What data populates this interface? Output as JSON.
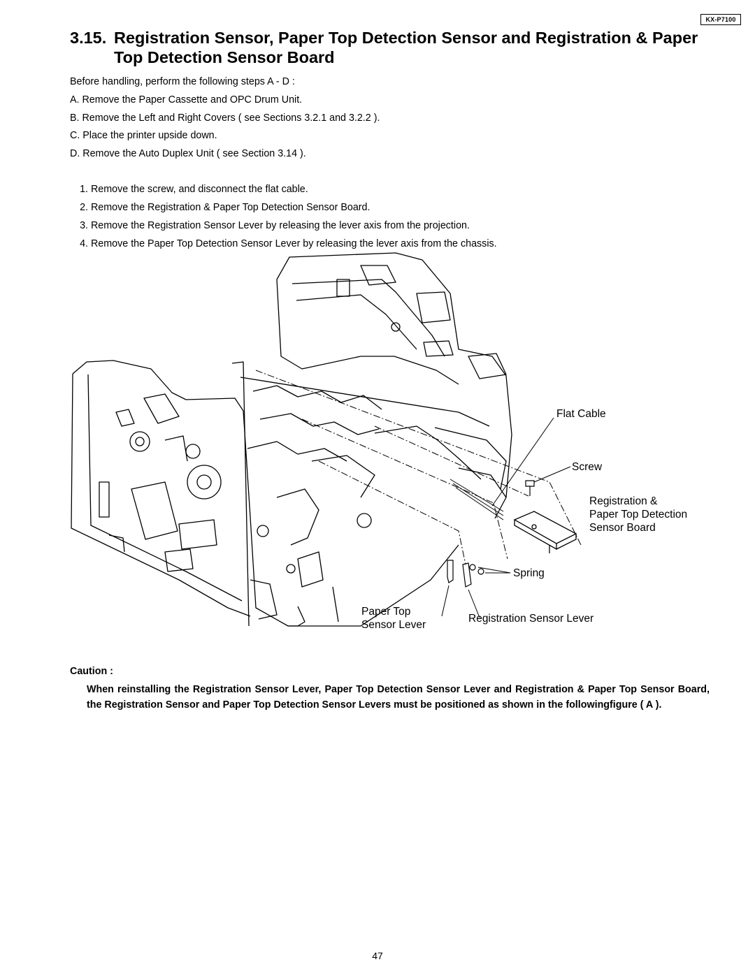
{
  "header": {
    "model": "KX-P7100"
  },
  "section": {
    "number": "3.15.",
    "title": "Registration Sensor, Paper Top Detection Sensor and Registration & Paper Top Detection Sensor Board"
  },
  "intro": "Before handling, perform the following steps A - D :",
  "prep_steps": [
    "A. Remove the Paper Cassette and OPC Drum Unit.",
    "B. Remove the Left and Right Covers ( see Sections 3.2.1 and 3.2.2 ).",
    "C. Place the printer upside down.",
    "D. Remove the Auto Duplex Unit ( see Section 3.14 )."
  ],
  "steps": [
    {
      "num": "1.",
      "text": "Remove the screw, and disconnect the flat cable."
    },
    {
      "num": "2.",
      "text": "Remove the Registration & Paper Top Detection Sensor Board."
    },
    {
      "num": "3.",
      "text": "Remove the Registration Sensor Lever by releasing the lever axis from the projection."
    },
    {
      "num": "4.",
      "text": "Remove the Paper Top Detection Sensor Lever by releasing the lever axis from the chassis."
    }
  ],
  "figure": {
    "labels": {
      "flat_cable": "Flat Cable",
      "screw": "Screw",
      "board_line1": "Registration &",
      "board_line2": "Paper Top Detection",
      "board_line3": "Sensor Board",
      "spring": "Spring",
      "paper_top_line1": "Paper Top",
      "paper_top_line2": "Sensor Lever",
      "reg_lever": "Registration Sensor Lever"
    }
  },
  "caution": {
    "label": "Caution :",
    "text": "When reinstalling the Registration Sensor Lever, Paper Top Detection Sensor Lever and Registration & Paper Top Sensor Board, the Registration Sensor and Paper Top Detection Sensor Levers must be positioned as shown in the followingfigure ( A )."
  },
  "page_number": "47"
}
